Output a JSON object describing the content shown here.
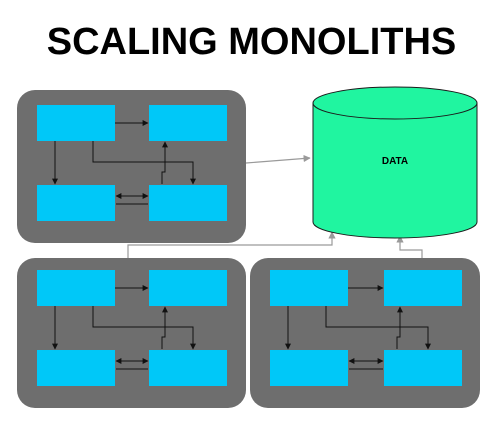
{
  "title": "SCALING MONOLITHS",
  "database": {
    "label": "DATA"
  },
  "colors": {
    "monolith_panel": "#6e6e6e",
    "module_box": "#00c8f8",
    "database": "#20f5a0",
    "connector": "#111111",
    "db_connector": "#9a9a9a"
  },
  "monoliths": [
    {
      "name": "monolith-top-left",
      "module_count": 4
    },
    {
      "name": "monolith-bottom-left",
      "module_count": 4
    },
    {
      "name": "monolith-bottom-right",
      "module_count": 4
    }
  ]
}
